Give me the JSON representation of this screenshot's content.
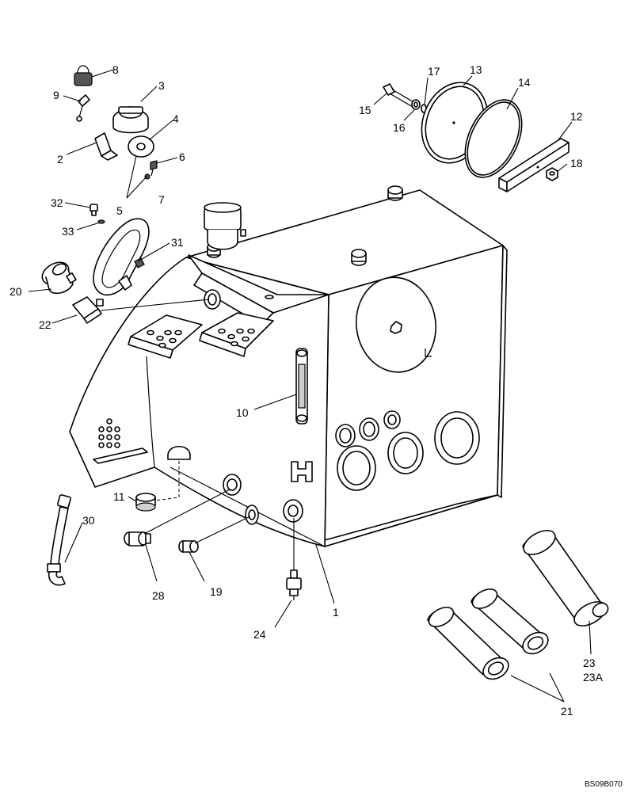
{
  "drawing_ref": "BS09B070",
  "callouts": {
    "c1": "1",
    "c2": "2",
    "c3": "3",
    "c4": "4",
    "c5": "5",
    "c6": "6",
    "c7": "7",
    "c8": "8",
    "c9": "9",
    "c10": "10",
    "c11": "11",
    "c12": "12",
    "c13": "13",
    "c14": "14",
    "c15": "15",
    "c16": "16",
    "c17": "17",
    "c18": "18",
    "c19": "19",
    "c20": "20",
    "c21": "21",
    "c22": "22",
    "c23": "23",
    "c23a": "23A",
    "c24": "24",
    "c28": "28",
    "c30": "30",
    "c31": "31",
    "c32": "32",
    "c33": "33"
  }
}
